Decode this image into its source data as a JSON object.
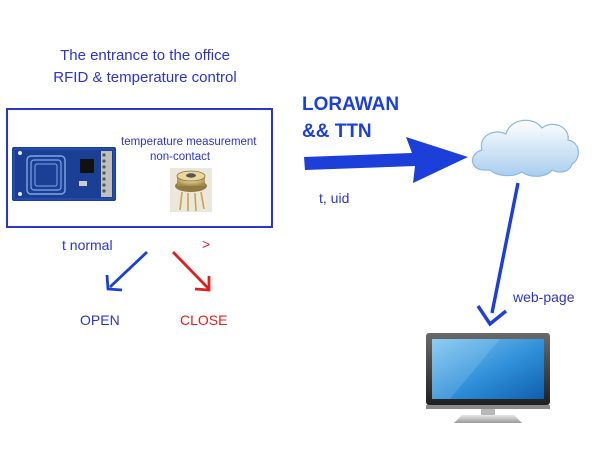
{
  "title": {
    "line1": "The entrance to the office",
    "line2": "RFID & temperature control"
  },
  "sensor": {
    "line1": "temperature measurement",
    "line2": "non-contact"
  },
  "network": {
    "line1": "LORAWAN",
    "line2": "&& TTN",
    "payload": "t, uid"
  },
  "decision": {
    "normal_label": "t normal",
    "high_label": ">",
    "open_label": "OPEN",
    "close_label": "CLOSE"
  },
  "output": {
    "label": "web-page"
  },
  "colors": {
    "text_blue": "#2b35c8",
    "arrow_blue": "#1b3fd8",
    "alert_red": "#e02020"
  }
}
